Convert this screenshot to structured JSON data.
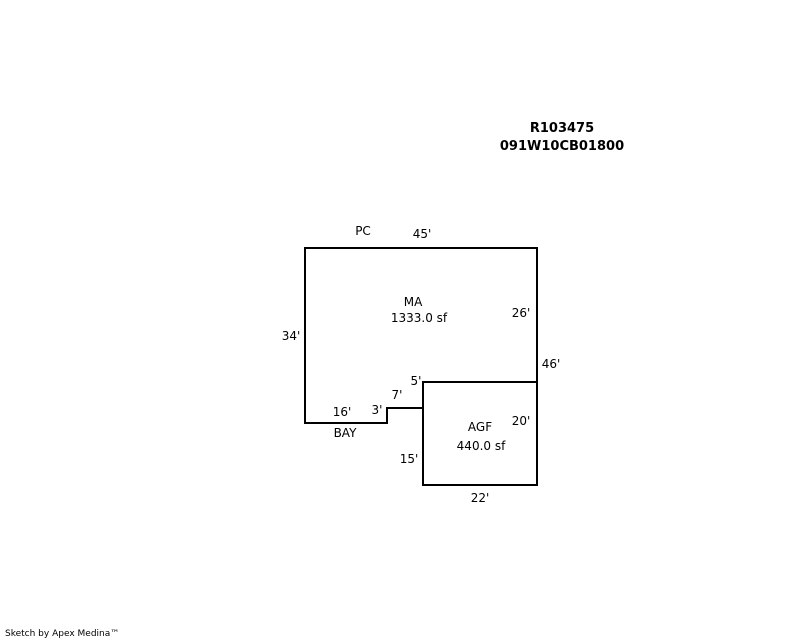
{
  "header": {
    "parcel_id": "R103475",
    "map_number": "091W10CB01800"
  },
  "areas": [
    {
      "code": "MA",
      "area": "1333.0 sf"
    },
    {
      "code": "AGF",
      "area": "440.0 sf"
    }
  ],
  "labels": {
    "pc": "PC",
    "bay": "BAY"
  },
  "dimensions": {
    "top": "45'",
    "left": "34'",
    "right_upper": "26'",
    "right_total": "46'",
    "bay_bottom": "16'",
    "bay_step": "3'",
    "bay_top": "7'",
    "agf_top": "5'",
    "agf_right": "20'",
    "agf_left": "15'",
    "agf_bottom": "22'"
  },
  "footer": {
    "credit": "Sketch by Apex Medina™"
  },
  "colors": {
    "line": "#000000",
    "background": "#ffffff"
  }
}
